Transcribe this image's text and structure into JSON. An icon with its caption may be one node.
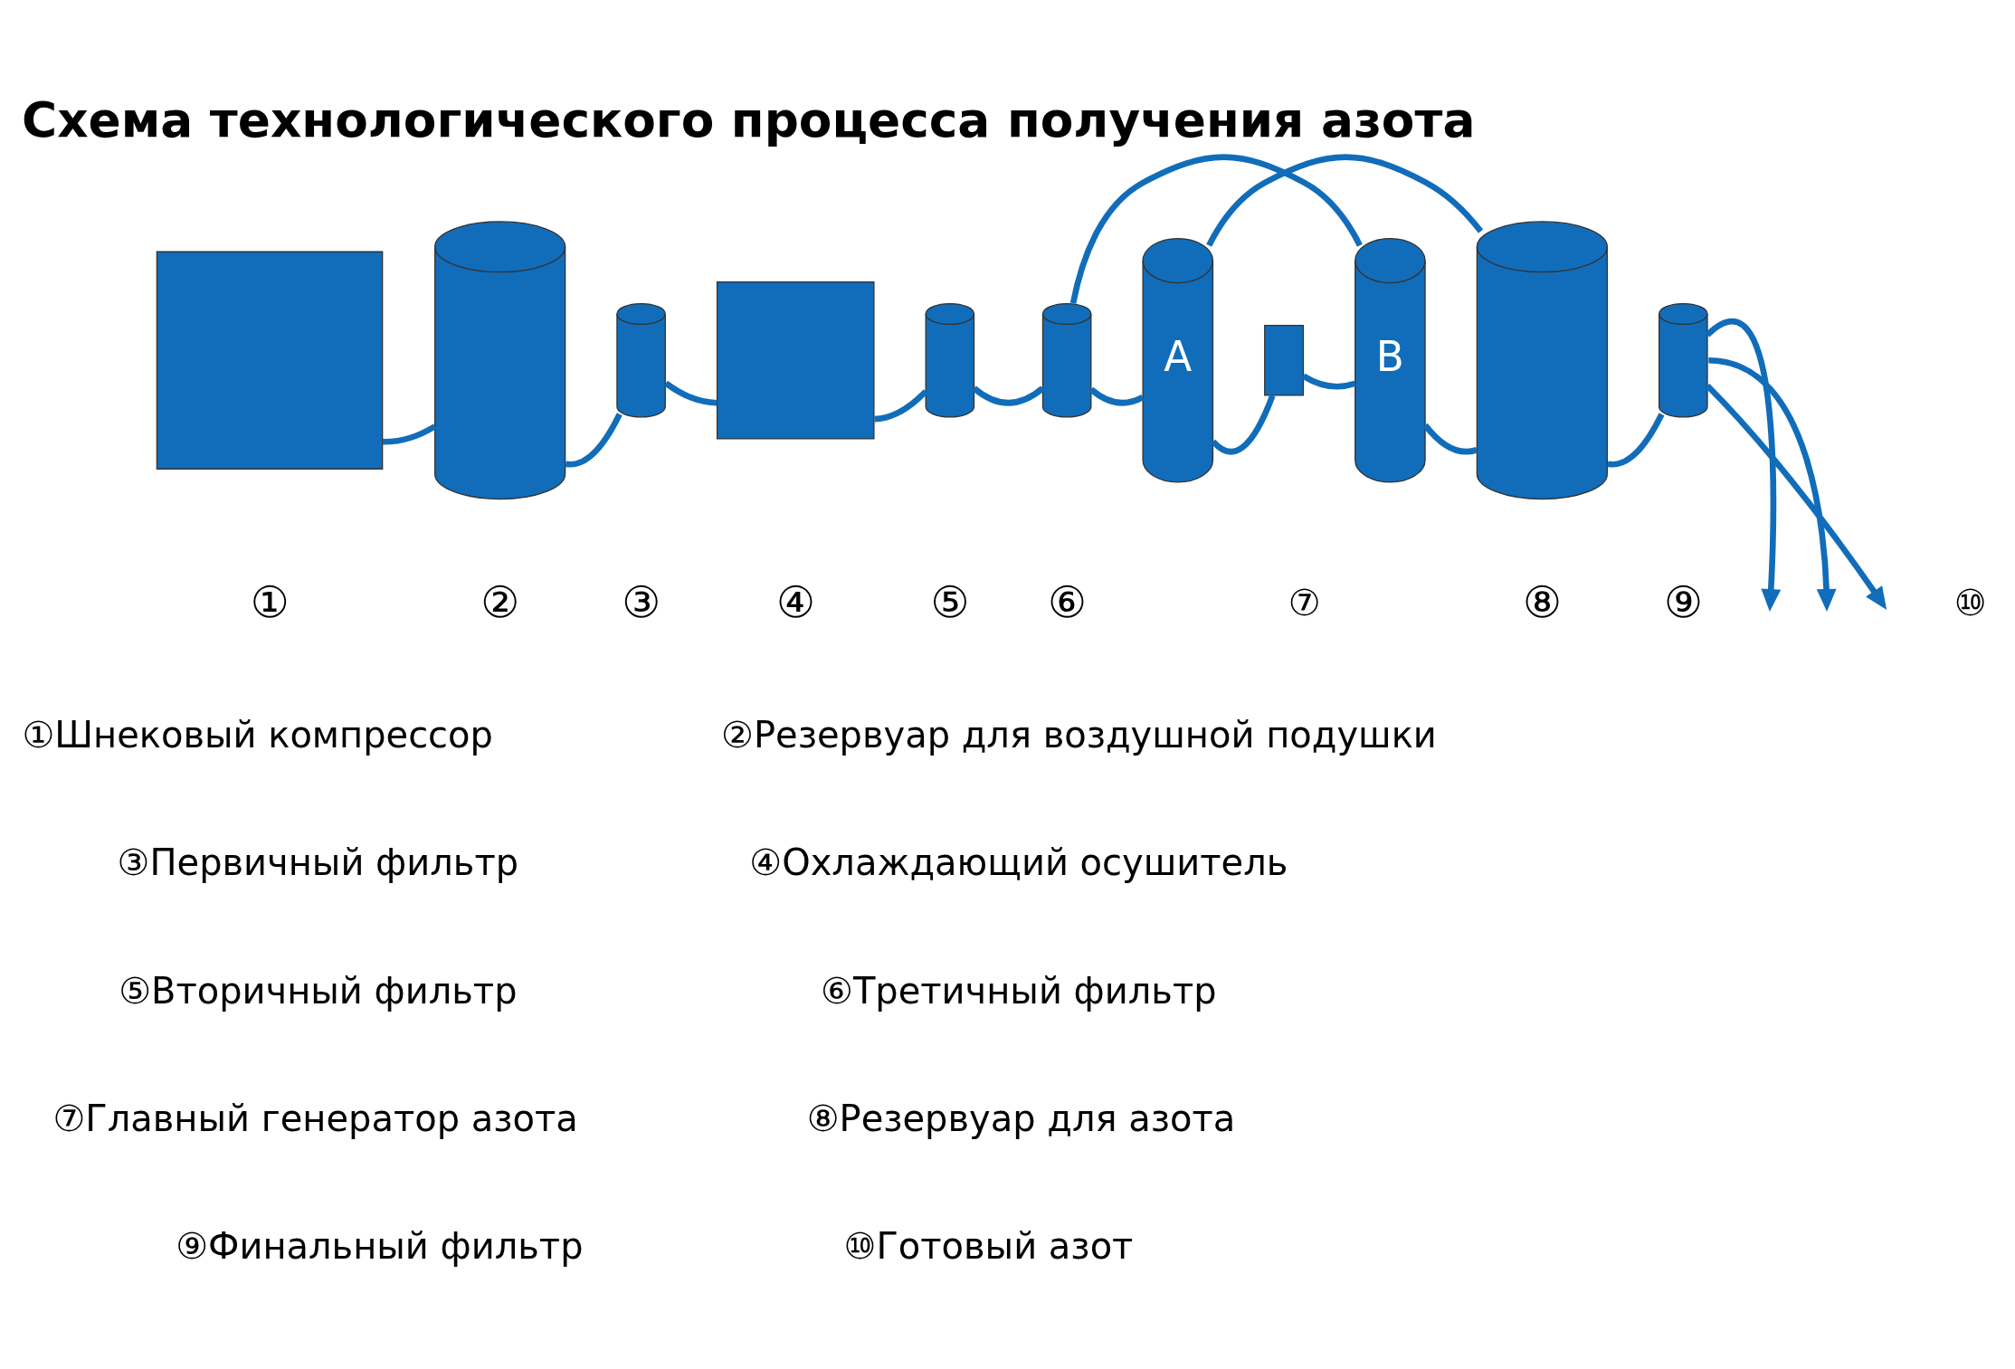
{
  "diagram": {
    "title": "Схема технологического процесса получения азота",
    "nodes": [
      {
        "text": [],
        "shape": "box",
        "beside": [
          "①"
        ]
      },
      {
        "text": [],
        "shape": "cylinder",
        "beside": [
          "②"
        ]
      },
      {
        "text": [],
        "shape": "cylinder",
        "beside": [
          "③"
        ]
      },
      {
        "text": [],
        "shape": "box",
        "beside": [
          "④"
        ]
      },
      {
        "text": [],
        "shape": "cylinder",
        "beside": [
          "⑤"
        ]
      },
      {
        "text": [],
        "shape": "cylinder",
        "beside": [
          "⑥"
        ]
      },
      {
        "text": [
          "A"
        ]
      },
      {
        "text": [],
        "shape": "box"
      },
      {
        "text": [
          "B"
        ]
      },
      {
        "text": [],
        "shape": "cylinder",
        "beside": [
          "⑧"
        ]
      },
      {
        "text": [],
        "shape": "cylinder",
        "beside": [
          "⑨"
        ]
      }
    ],
    "edges": [
      {
        "from": 0,
        "to": 1,
        "arrow": "none"
      },
      {
        "from": 1,
        "to": 2,
        "arrow": "none"
      },
      {
        "from": 2,
        "to": 3,
        "arrow": "none"
      },
      {
        "from": 3,
        "to": 4,
        "arrow": "none"
      },
      {
        "from": 4,
        "to": 5,
        "arrow": "none"
      },
      {
        "from": 5,
        "to": 6,
        "arrow": "none"
      },
      {
        "from": 5,
        "to": 8,
        "arrow": "none"
      },
      {
        "from": 6,
        "to": 7,
        "arrow": "none"
      },
      {
        "from": 7,
        "to": 8,
        "arrow": "none"
      },
      {
        "from": 6,
        "to": 9,
        "arrow": "none"
      },
      {
        "from": 8,
        "to": 9,
        "arrow": "none"
      },
      {
        "from": 9,
        "to": 10,
        "arrow": "none"
      },
      {
        "from": 10,
        "to": null,
        "arrow": "to"
      },
      {
        "from": 10,
        "to": null,
        "arrow": "to"
      },
      {
        "from": 10,
        "to": null,
        "arrow": "to"
      }
    ],
    "labels": [
      "⑦",
      "⑩",
      "①Шнековый компрессор",
      "②Резервуар для воздушной подушки",
      "③Первичный фильтр",
      "④Охлаждающий осушитель",
      "⑤Вторичный фильтр",
      "⑥Третичный фильтр",
      "⑦Главный генератор азота",
      "⑧Резервуар для азота",
      "⑨Финальный фильтр",
      "⑩Готовый азот"
    ]
  }
}
